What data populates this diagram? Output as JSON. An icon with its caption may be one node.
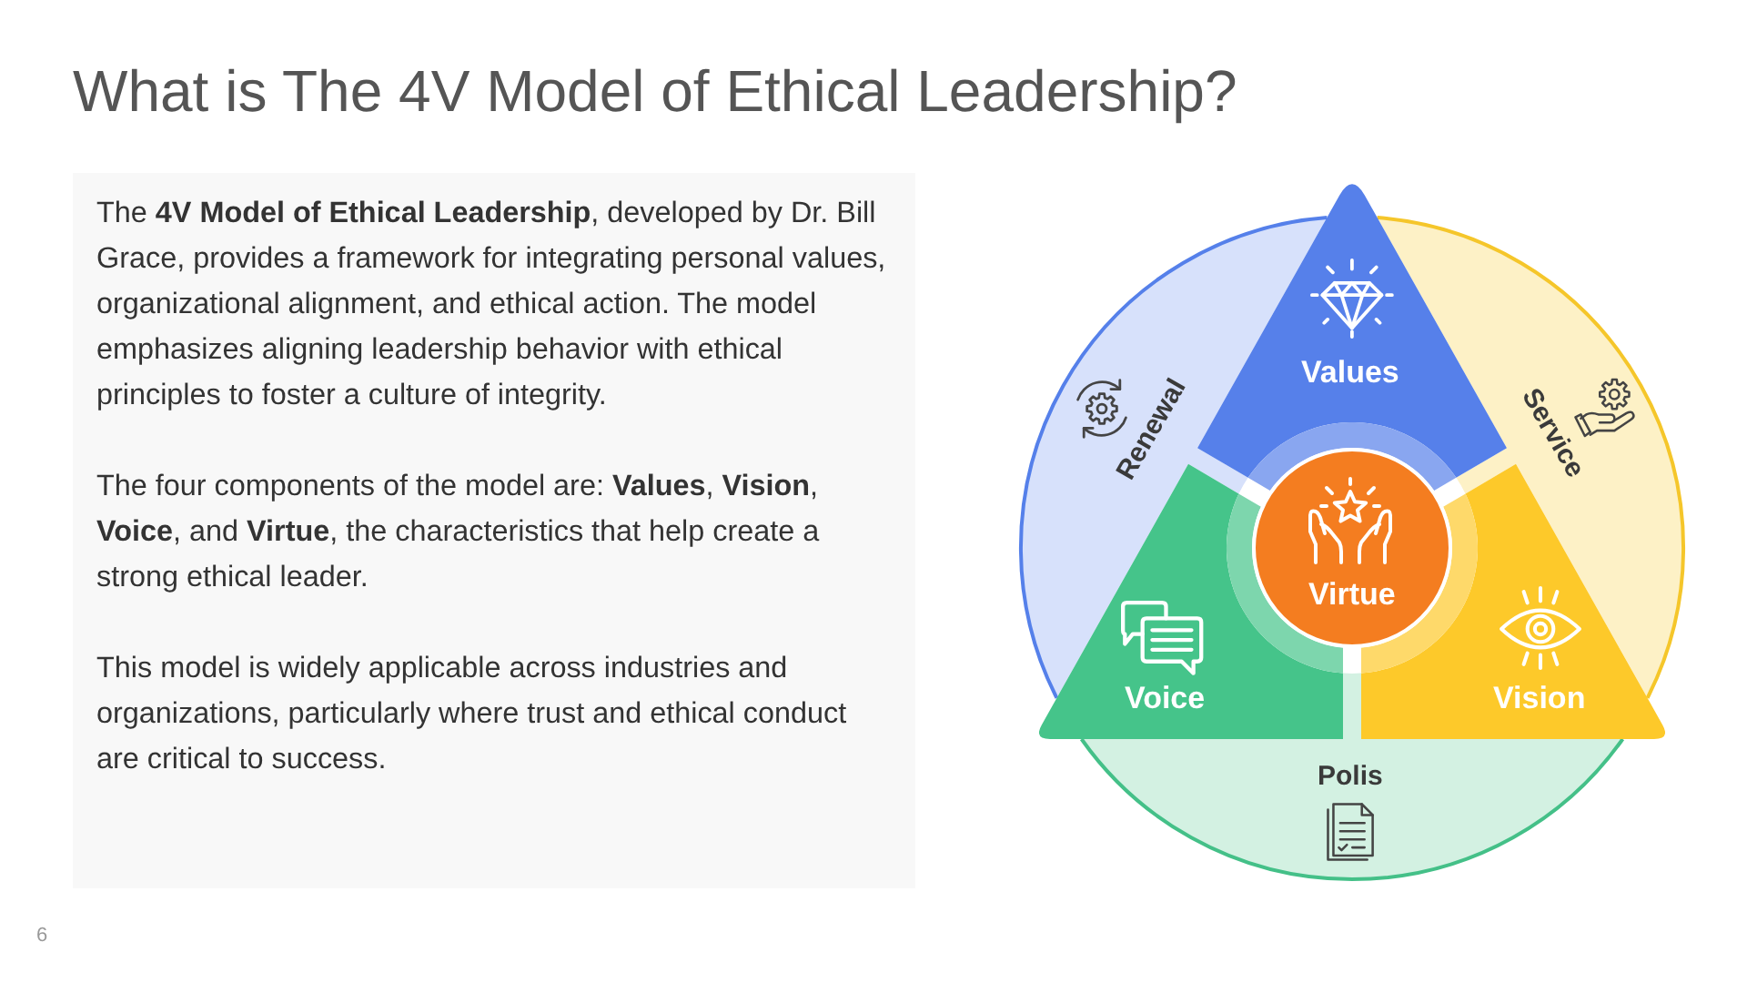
{
  "diagram": {
    "title": "What is The 4V Model of Ethical Leadership?",
    "nodes": [
      {
        "text": [
          "The **4V Model of Ethical Leadership**, developed by Dr. Bill Grace, provides a framework for integrating personal values, organizational alignment, and ethical action. The model emphasizes aligning leadership behavior with ethical principles to foster a culture of integrity.",
          "The four components of the model are: **Values**, **Vision**, **Voice**, and **Virtue**, the characteristics that help create a strong ethical leader.",
          "This model is widely applicable across industries and organizations, particularly where trust and ethical conduct are critical to success."
        ]
      },
      {
        "text": [
          "Values"
        ]
      },
      {
        "text": [
          "Renewal"
        ]
      },
      {
        "text": [
          "Service"
        ]
      },
      {
        "text": [
          "Virtue"
        ]
      },
      {
        "text": [
          "Voice"
        ]
      },
      {
        "text": [
          "Vision"
        ]
      },
      {
        "text": [
          "Polis"
        ]
      }
    ],
    "labels": [
      "6"
    ]
  }
}
